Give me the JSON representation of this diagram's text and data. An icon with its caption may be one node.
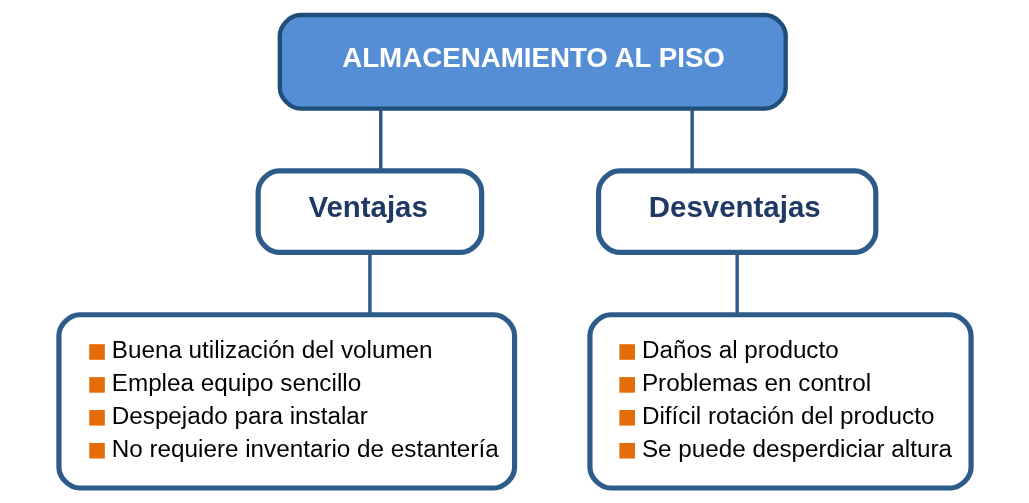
{
  "diagram": {
    "nodes": [
      {
        "text": [
          "ALMACENAMIENTO AL PISO"
        ]
      },
      {
        "text": [
          "Ventajas"
        ]
      },
      {
        "text": [
          "Desventajas"
        ]
      },
      {
        "text": [
          "Buena utilización del volumen",
          "Emplea equipo sencillo",
          "Despejado para instalar",
          "No requiere inventario de estantería"
        ]
      },
      {
        "text": [
          "Daños al producto",
          "Problemas en control",
          "Difícil rotación del producto",
          "Se puede desperdiciar altura"
        ]
      }
    ],
    "edges": [
      {
        "from": 0,
        "to": 1,
        "arrow": "none"
      },
      {
        "from": 0,
        "to": 2,
        "arrow": "none"
      },
      {
        "from": 1,
        "to": 3,
        "arrow": "none"
      },
      {
        "from": 2,
        "to": 4,
        "arrow": "none"
      }
    ]
  }
}
